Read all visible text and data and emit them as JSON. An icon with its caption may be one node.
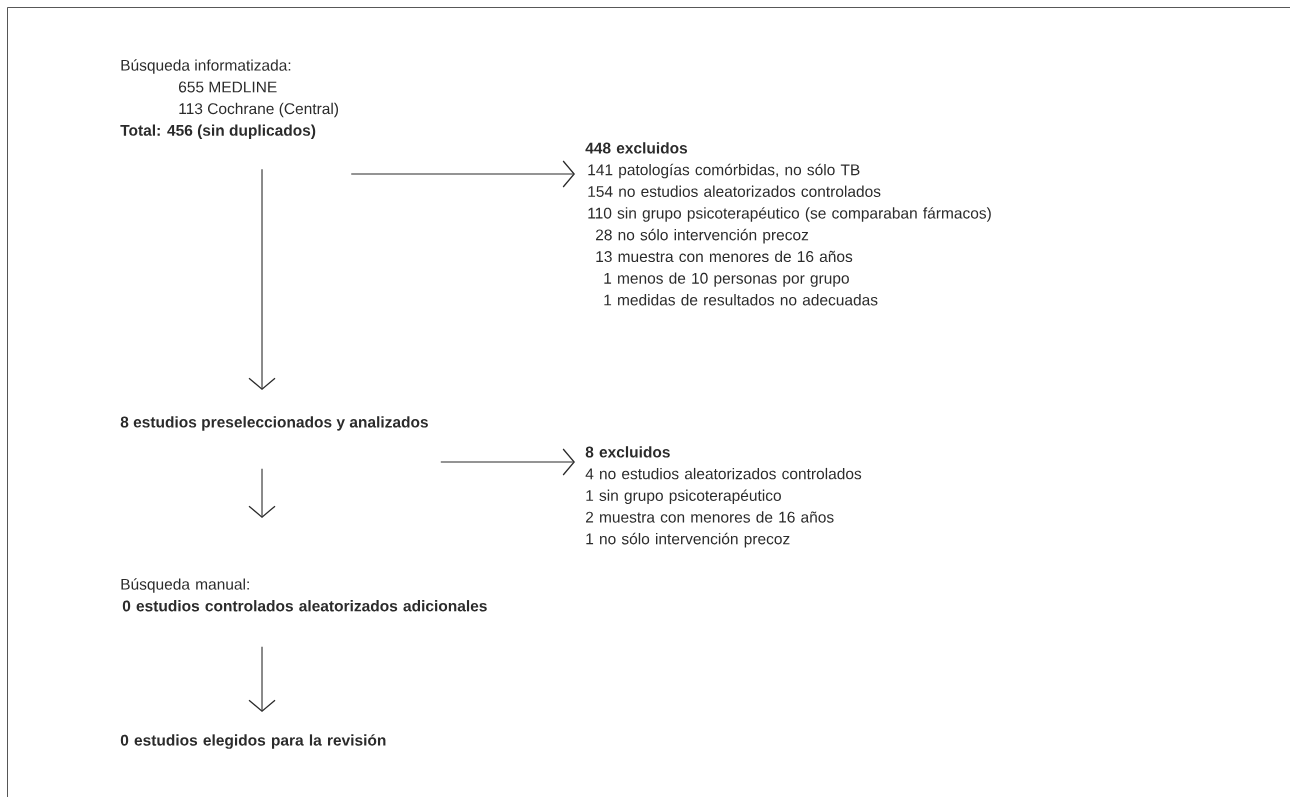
{
  "diagram": {
    "nodes": [
      {
        "text": [
          "Búsqueda informatizada:",
          "655 MEDLINE",
          "113 Cochrane (Central)",
          "Total: 456 (sin duplicados)"
        ]
      },
      {
        "text": [
          "448 excluidos",
          "141 patologías comórbidas, no sólo TB",
          "154 no estudios aleatorizados controlados",
          "110 sin grupo psicoterapéutico (se comparaban fármacos)",
          "28 no sólo intervención precoz",
          "13 muestra con menores de 16 años",
          "1 menos de 10 personas por grupo",
          "1 medidas de resultados no adecuadas"
        ]
      },
      {
        "text": [
          "8 estudios preseleccionados y analizados"
        ]
      },
      {
        "text": [
          "8 excluidos",
          "4 no estudios aleatorizados controlados",
          "1 sin grupo psicoterapéutico",
          "2 muestra con menores de 16 años",
          "1 no sólo intervención precoz"
        ]
      },
      {
        "text": [
          "Búsqueda manual:",
          "0 estudios controlados aleatorizados adicionales"
        ]
      },
      {
        "text": [
          "0 estudios elegidos para la revisión"
        ]
      }
    ],
    "edges": [
      {
        "from": 0,
        "to": 2,
        "arrow": "to"
      },
      {
        "from": 0,
        "to": 1,
        "arrow": "to"
      },
      {
        "from": 2,
        "to": 3,
        "arrow": "to"
      },
      {
        "from": 2,
        "to": 4,
        "arrow": "to"
      },
      {
        "from": 4,
        "to": 5,
        "arrow": "to"
      }
    ]
  }
}
